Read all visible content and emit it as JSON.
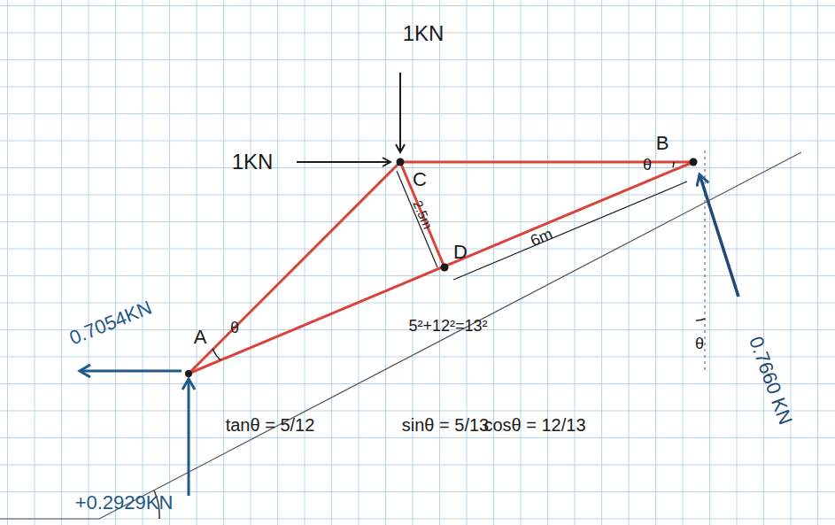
{
  "diagram": {
    "labels": [
      "1KN",
      "1KN",
      "C",
      "B",
      "θ",
      "A",
      "θ",
      "D",
      "2.5m",
      "6m",
      "5²+12²=13²",
      "θ",
      "tanθ = 5/12",
      "sinθ = 5/13",
      "cosθ = 12/13",
      "0.7054KN",
      "+0.2929KN",
      "0.7660 KN"
    ]
  }
}
